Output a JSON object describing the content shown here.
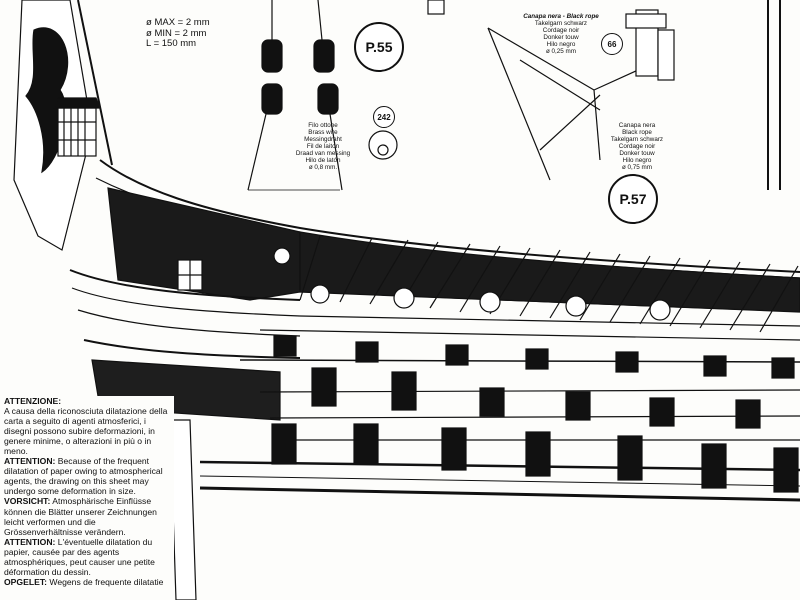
{
  "dimensions": {
    "max": "ø MAX = 2 mm",
    "min": "ø MIN = 2 mm",
    "length": "L = 150 mm"
  },
  "plates": {
    "p55": "P.55",
    "p57": "P.57"
  },
  "part_numbers": {
    "n242": "242",
    "n66": "66"
  },
  "brass_wire": {
    "lines": [
      "Filo ottone",
      "Brass wire",
      "Messingdraht",
      "Fil de laiton",
      "Draad van messing",
      "Hilo de latón",
      "ø 0,8 mm."
    ]
  },
  "black_rope_1": {
    "title": "Canapa nera - Black rope",
    "lines": [
      "Takelgarn schwarz",
      "Cordage noir",
      "Donker touw",
      "Hilo negro",
      "ø 0,25 mm"
    ]
  },
  "black_rope_2": {
    "lines": [
      "Canapa nera",
      "Black rope",
      "Takelgarn schwarz",
      "Cordage noir",
      "Donker touw",
      "Hilo negro",
      "ø 0,75 mm"
    ]
  },
  "notice": {
    "it_head": "ATTENZIONE:",
    "it_text": "A causa della riconosciuta dilatazione della carta a seguito di agenti atmosferici, i disegni possono subire deformazioni, in genere minime, o alterazioni in più o in meno.",
    "en_head": "ATTENTION:",
    "en_text": "Because of the frequent dilatation of paper owing to atmospherical agents, the drawing on this sheet may undergo some deformation in size.",
    "de_head": "VORSICHT:",
    "de_text": "Atmosphärische Einflüsse können die Blätter unserer Zeichnungen leicht verformen und die Grössenverhältnisse verändern.",
    "fr_head": "ATTENTION:",
    "fr_text": "L'éventuelle dilatation du papier, causée par des agents atmosphériques, peut causer une petite déformation du dessin.",
    "nl_head": "OPGELET:",
    "nl_text": "Wegens de frequente dilatatie"
  }
}
